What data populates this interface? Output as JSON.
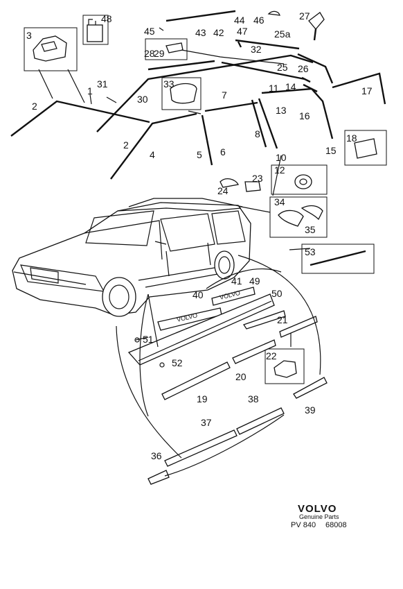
{
  "labels": {
    "l1": "1",
    "l2a": "2",
    "l2b": "2",
    "l3": "3",
    "l4": "4",
    "l5": "5",
    "l6": "6",
    "l7": "7",
    "l8": "8",
    "l10": "10",
    "l11": "11",
    "l12": "12",
    "l13": "13",
    "l14": "14",
    "l15": "15",
    "l16": "16",
    "l17": "17",
    "l18": "18",
    "l19": "19",
    "l20": "20",
    "l21": "21",
    "l22": "22",
    "l23": "23",
    "l24": "24",
    "l25": "25",
    "l25a": "25a",
    "l26": "26",
    "l27": "27",
    "l28": "28",
    "l29": "29",
    "l30": "30",
    "l31": "31",
    "l32": "32",
    "l33": "33",
    "l34": "34",
    "l35": "35",
    "l36": "36",
    "l37": "37",
    "l38": "38",
    "l39": "39",
    "l40": "40",
    "l41": "41",
    "l42": "42",
    "l43": "43",
    "l44": "44",
    "l45": "45",
    "l46": "46",
    "l47": "47",
    "l48": "48",
    "l49": "49",
    "l50": "50",
    "l51": "51",
    "l52": "52",
    "l53": "53"
  },
  "footer": {
    "brand": "VOLVO",
    "tagline": "Genuine Parts",
    "code_left": "PV 840",
    "code_right": "68008"
  },
  "sill_text": "VOLVO"
}
